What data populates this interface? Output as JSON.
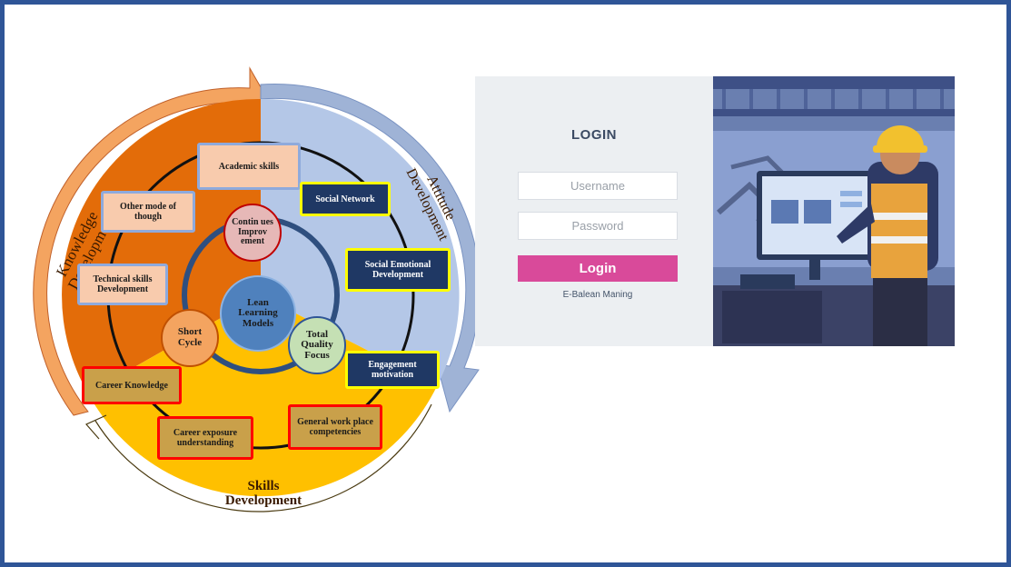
{
  "diagram": {
    "center": "Lean Learning Models",
    "inner_circles": {
      "top": "Contin ues Improv ement",
      "left": "Short Cycle",
      "right": "Total Quality Focus"
    },
    "arc_labels": {
      "knowledge": "Knowledge Development",
      "attitude": "Attitude Development",
      "skills": "Skills Development"
    },
    "knowledge_boxes": [
      "Academic skills",
      "Other mode of though",
      "Technical skills Development"
    ],
    "attitude_boxes": [
      "Social Network",
      "Social Emotional Development",
      "Engagement motivation"
    ],
    "skills_boxes": [
      "Career Knowledge",
      "Career exposure understanding",
      "General work place competencies"
    ],
    "colors": {
      "knowledge": "#e36c09",
      "knowledge_arrow": "#f4a460",
      "attitude": "#b4c7e7",
      "attitude_arrow": "#9fb3d6",
      "skills": "#ffc000",
      "frame": "#2f5597"
    }
  },
  "login": {
    "title": "LOGIN",
    "username_placeholder": "Username",
    "password_placeholder": "Password",
    "button": "Login",
    "caption": "E-Balean Maning"
  }
}
